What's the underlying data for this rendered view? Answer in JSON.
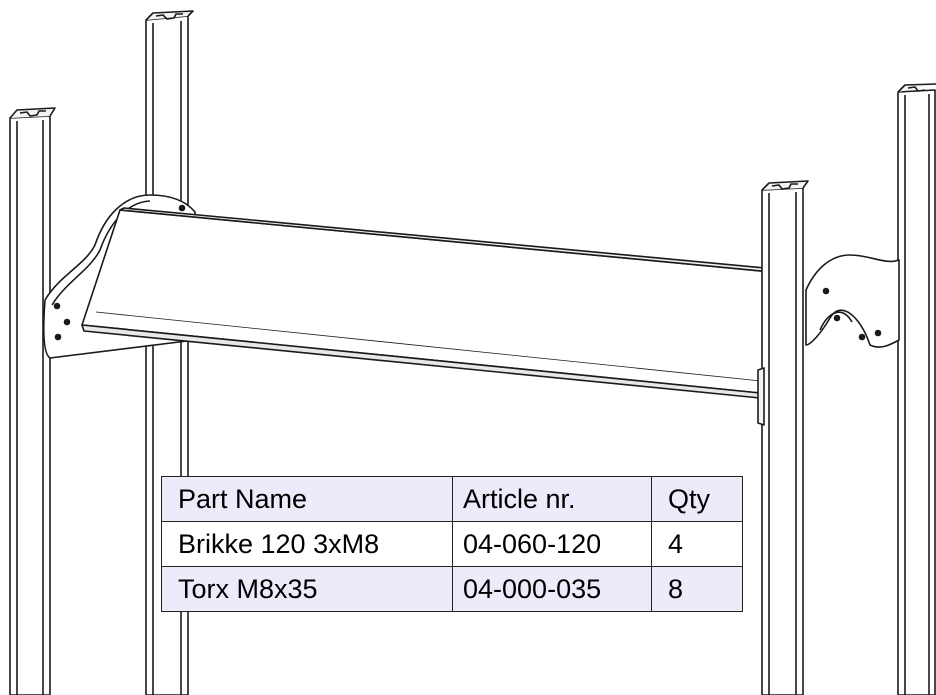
{
  "parts_table": {
    "headers": [
      "Part Name",
      "Article nr.",
      "Qty"
    ],
    "rows": [
      [
        "Brikke 120 3xM8",
        "04-060-120",
        "4"
      ],
      [
        "Torx M8x35",
        "04-000-035",
        "8"
      ]
    ],
    "colors": {
      "header_bg": "#ebebfa",
      "stripe_bg": "#ebebfa",
      "border": "#222222"
    }
  }
}
